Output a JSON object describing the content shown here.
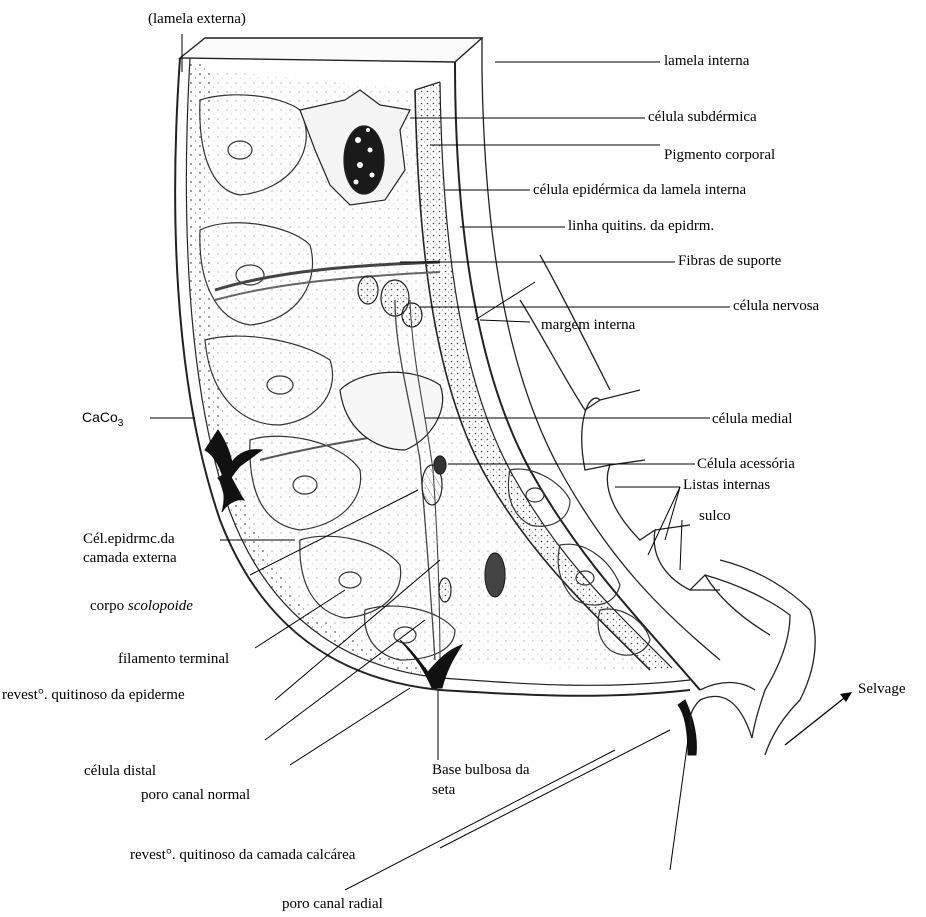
{
  "labels": {
    "lamela_externa": "(lamela externa)",
    "lamela_interna": "lamela interna",
    "celula_subdermica": "célula subdérmica",
    "pigmento_corporal": "Pigmento corporal",
    "celula_epidermica_lamela_interna": "célula epidérmica da lamela interna",
    "linha_quitinosa": "linha quitins. da epidrm.",
    "fibras_suporte": "Fibras de suporte",
    "celula_nervosa": "célula nervosa",
    "margem_interna": "margem interna",
    "caco3": "CaCo",
    "caco3_sub": "3",
    "celula_medial": "célula medial",
    "celula_acessoria": "Célula acessória",
    "listas_internas": "Listas internas",
    "sulco": "sulco",
    "cel_epid_line1": "Cél.epidrmc.da",
    "cel_epid_line2": "camada externa",
    "corpo_prefix": "corpo ",
    "corpo_italic": "scolopoide",
    "filamento_terminal": "filamento terminal",
    "revest_epiderme": "revest°. quitinoso da epiderme",
    "selvage": "Selvage",
    "celula_distal": "célula distal",
    "base_line1": "Base bulbosa da",
    "base_line2": "seta",
    "poro_canal_normal": "poro canal normal",
    "revest_calcarea": "revest°. quitinoso da camada calcárea",
    "poro_canal_radial": "poro canal radial"
  }
}
